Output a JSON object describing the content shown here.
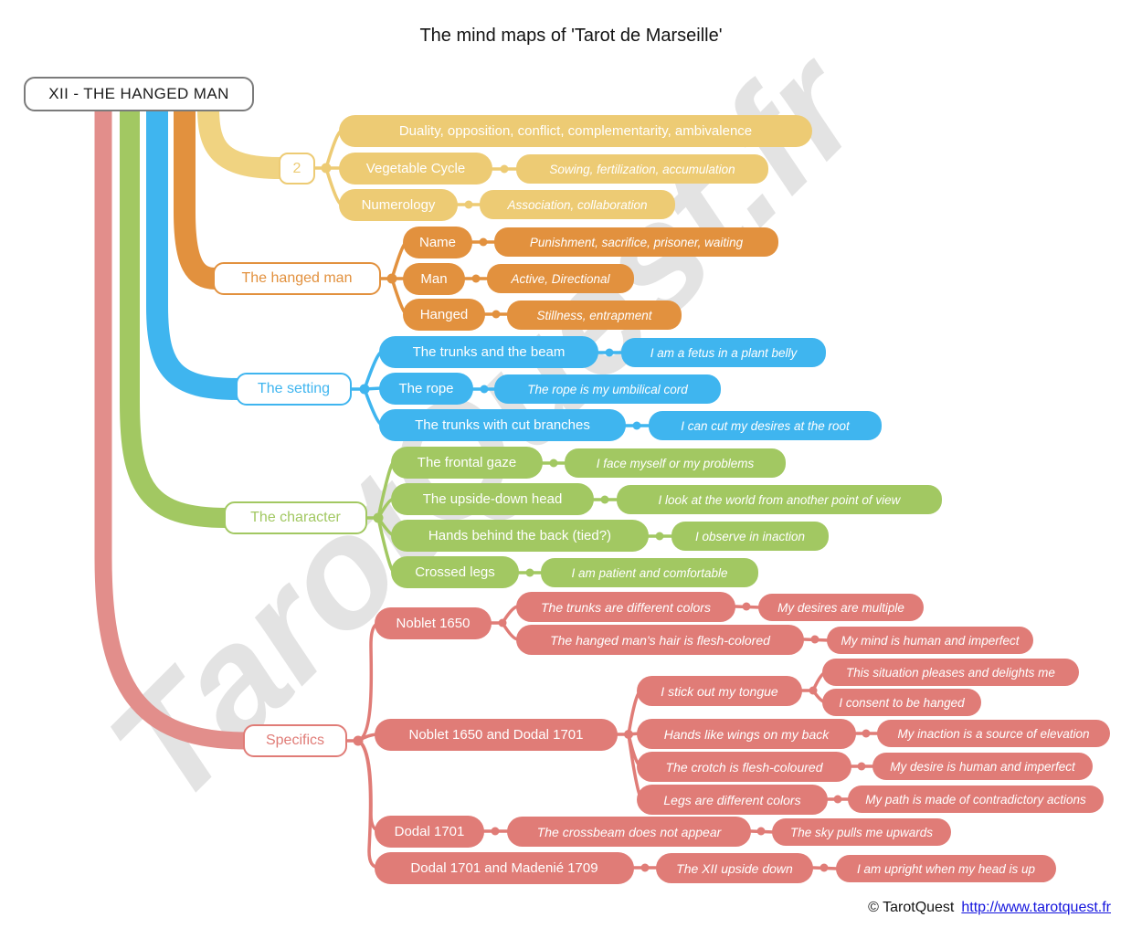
{
  "title": "The mind maps of 'Tarot de Marseille'",
  "watermark": "TarotQuest.fr",
  "footer": {
    "copyright": "© TarotQuest",
    "link": "http://www.tarotquest.fr"
  },
  "colors": {
    "yellow": "#EDCB74",
    "yellow_trunk": "#F0D381",
    "orange": "#E2913E",
    "blue": "#3FB5EF",
    "green": "#A2C862",
    "red": "#E07C77",
    "red_trunk": "#E28E8B",
    "root_border": "#7B7B7B",
    "link": "#1414DD"
  },
  "map": {
    "root": "XII - THE HANGED MAN",
    "two": {
      "label": "2",
      "children": {
        "duality": "Duality, opposition, conflict, complementarity, ambivalence",
        "vegetable": "Vegetable Cycle",
        "sowing": "Sowing, fertilization, accumulation",
        "numerology": "Numerology",
        "association": "Association, collaboration"
      }
    },
    "hanged_man": {
      "label": "The hanged man",
      "children": {
        "name": "Name",
        "punishment": "Punishment, sacrifice, prisoner, waiting",
        "man": "Man",
        "active": "Active, Directional",
        "hanged": "Hanged",
        "stillness": "Stillness, entrapment"
      }
    },
    "setting": {
      "label": "The setting",
      "children": {
        "trunks_beam": "The trunks and the beam",
        "fetus": "I am a fetus in a plant belly",
        "rope": "The rope",
        "umbilical": "The rope is my umbilical cord",
        "cut_branches": "The trunks with cut branches",
        "cut_desires": "I can cut my desires at the root"
      }
    },
    "character": {
      "label": "The character",
      "children": {
        "frontal_gaze": "The frontal gaze",
        "face": "I face myself or my problems",
        "upside_head": "The upside-down head",
        "look": "I look at the world from another point of view",
        "hands_back": "Hands behind the back (tied?)",
        "observe": "I observe in inaction",
        "crossed_legs": "Crossed legs",
        "patient": "I am patient and comfortable"
      }
    },
    "specifics": {
      "label": "Specifics",
      "children": {
        "noblet": "Noblet 1650",
        "trunks_colors": "The trunks are different colors",
        "desires_multiple": "My desires are multiple",
        "hair": "The hanged man's hair is flesh-colored",
        "mind": "My mind is human and imperfect",
        "noblet_dodal": "Noblet 1650 and Dodal 1701",
        "tongue": "I stick out my tongue",
        "situation": "This situation pleases and delights me",
        "consent": "I consent to be hanged",
        "wings": "Hands like wings on my back",
        "inaction": "My inaction is a source of elevation",
        "crotch": "The crotch is flesh-coloured",
        "desire_human": "My desire is human and imperfect",
        "legs": "Legs are different colors",
        "path": "My path is made of contradictory actions",
        "dodal": "Dodal 1701",
        "crossbeam": "The crossbeam does not appear",
        "sky": "The sky pulls me upwards",
        "dodal_madenie": "Dodal 1701 and Madenié 1709",
        "xii_upside": "The XII upside down",
        "upright": "I am upright when my head is up"
      }
    }
  }
}
